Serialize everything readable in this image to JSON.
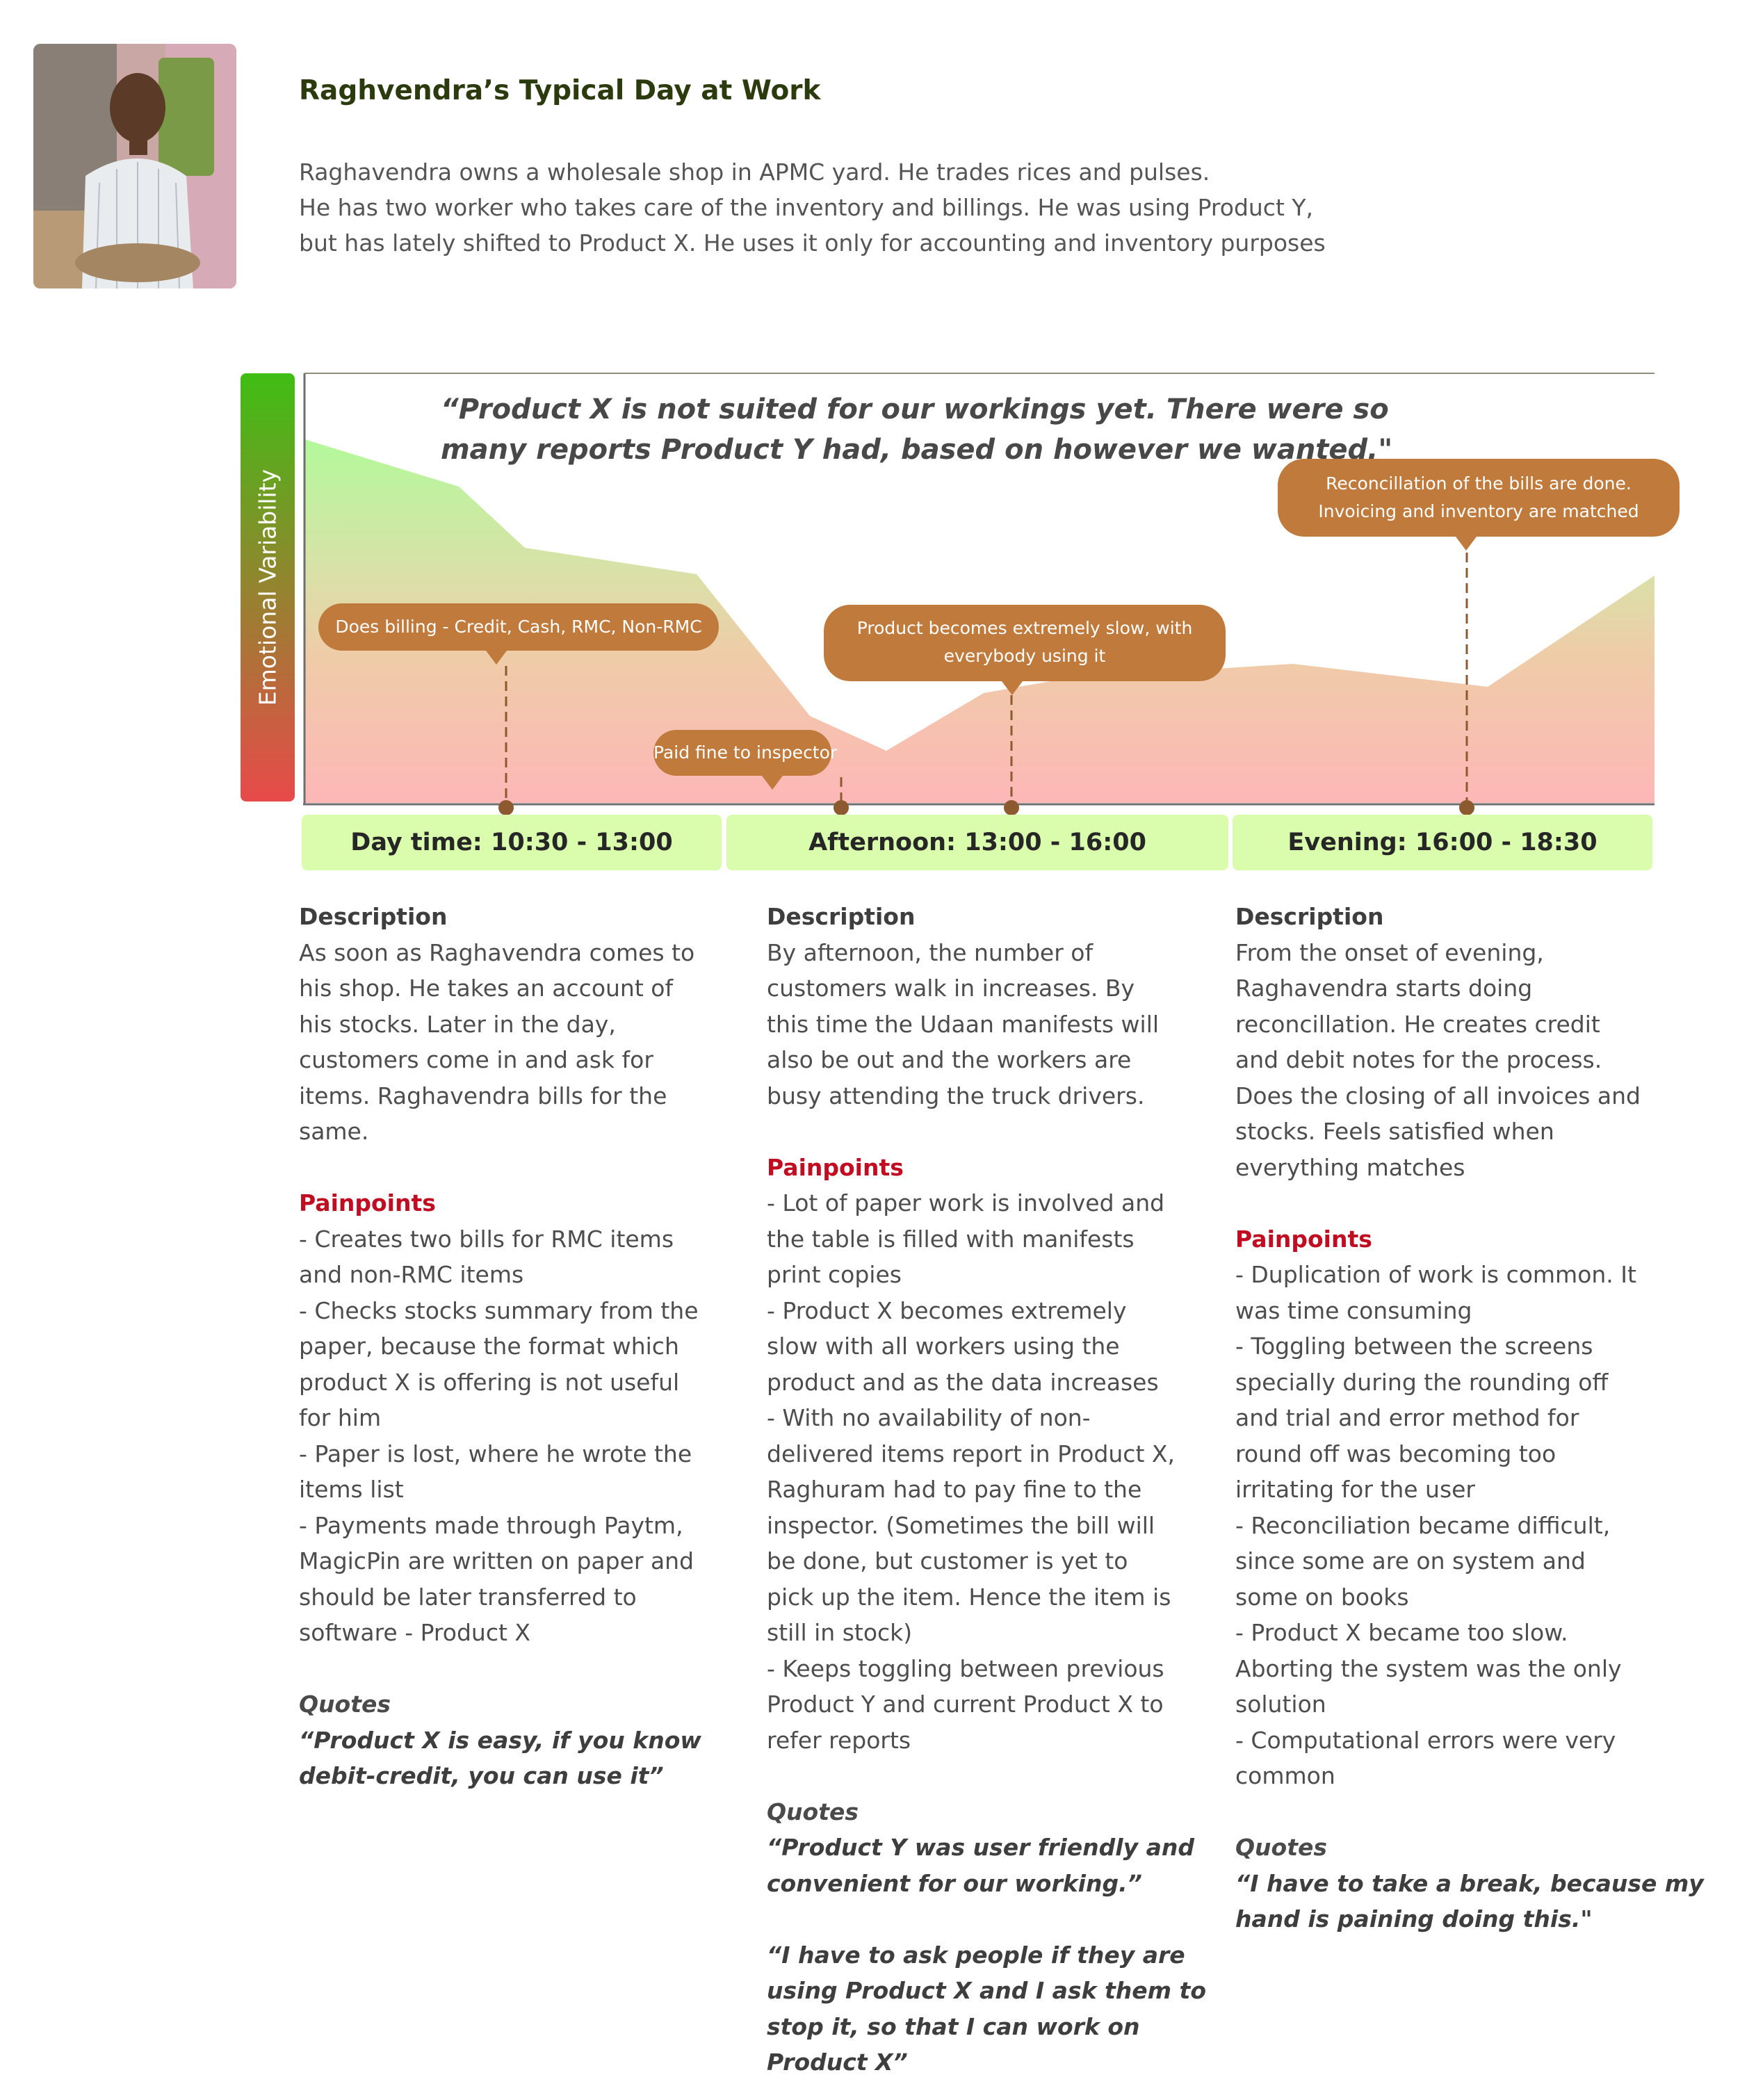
{
  "header": {
    "title": "Raghvendra’s Typical Day at Work",
    "intro": [
      "Raghavendra owns a wholesale shop in APMC yard. He trades rices and pulses.",
      "He has two worker who takes care of the inventory and billings. He was using Product Y,",
      "but has lately shifted to Product X. He uses it only for accounting and inventory purposes"
    ]
  },
  "chart": {
    "axis_label": "Emotional Variability",
    "quote_lines": [
      "“Product X is not suited for our workings yet. There were so",
      "many reports Product Y had, based on however we wanted.\""
    ],
    "callouts": [
      {
        "lines": [
          "Does billing - Credit, Cash, RMC, Non-RMC"
        ]
      },
      {
        "lines": [
          "Paid fine to inspector"
        ]
      },
      {
        "lines": [
          "Product becomes extremely slow, with",
          "everybody using it"
        ]
      },
      {
        "lines": [
          "Reconcillation of the bills are done.",
          "Invoicing and inventory are matched"
        ]
      }
    ],
    "colors": {
      "high": "#3fbe14",
      "low": "#e84a4a",
      "callout": "#bf7a3c",
      "period": "#d9fcad"
    }
  },
  "periods": [
    {
      "label": "Day time: 10:30 - 13:00"
    },
    {
      "label": "Afternoon: 13:00 - 16:00"
    },
    {
      "label": "Evening: 16:00 - 18:30"
    }
  ],
  "columns": [
    {
      "description_heading": "Description",
      "description": [
        "As soon as Raghavendra comes to",
        "his shop. He takes an account of",
        "his stocks. Later in the day,",
        "customers come in and ask for",
        "items. Raghavendra bills for the",
        "same."
      ],
      "painpoints_heading": "Painpoints",
      "painpoints": [
        "- Creates two bills for RMC items",
        "and non-RMC items",
        "- Checks stocks summary from the",
        "paper, because the format which",
        "product X is offering is not useful",
        "for him",
        "- Paper is lost, where he wrote the",
        "items list",
        "- Payments made through Paytm,",
        "MagicPin are written on paper and",
        "should be later transferred to",
        "software - Product X"
      ],
      "quotes_heading": "Quotes",
      "quotes": [
        [
          "“Product X is easy, if you know",
          "debit-credit, you can use it”"
        ]
      ]
    },
    {
      "description_heading": "Description",
      "description": [
        "By afternoon, the number of",
        "customers walk in increases. By",
        "this time the Udaan manifests will",
        "also be out and the workers are",
        "busy attending the truck drivers."
      ],
      "painpoints_heading": "Painpoints",
      "painpoints": [
        "- Lot of paper work is involved and",
        "the table is filled with manifests",
        "print copies",
        "- Product X becomes extremely",
        "slow with all workers using the",
        "product and as the data increases",
        "- With no availability of non-",
        "delivered items report in Product X,",
        "Raghuram had to pay fine to the",
        "inspector. (Sometimes the bill will",
        "be done, but customer is yet to",
        "pick up the item. Hence the item is",
        "still in stock)",
        "- Keeps toggling between previous",
        "Product Y and current Product X to",
        "refer reports"
      ],
      "quotes_heading": "Quotes",
      "quotes": [
        [
          "“Product Y was user friendly and",
          "convenient for our working.”"
        ],
        [
          "“I have to ask people if they are",
          "using Product X and I ask them to",
          "stop it, so that I can work on",
          "Product X”"
        ]
      ]
    },
    {
      "description_heading": "Description",
      "description": [
        "From the onset of evening,",
        "Raghavendra starts doing",
        "reconcillation. He creates credit",
        "and debit notes for the process.",
        "Does the closing of all invoices and",
        "stocks. Feels satisfied when",
        "everything matches"
      ],
      "painpoints_heading": "Painpoints",
      "painpoints": [
        "- Duplication of work is common. It",
        "was time consuming",
        "- Toggling between the screens",
        "specially during the rounding off",
        "and trial and error method for",
        "round off was becoming too",
        "irritating for the user",
        "- Reconciliation became difficult,",
        "since some are on system and",
        "some on books",
        "- Product X became too slow.",
        "Aborting the system was the only",
        "solution",
        "- Computational errors were very",
        "common"
      ],
      "quotes_heading": "Quotes",
      "quotes": [
        [
          "“I have to take a break, because my",
          "hand is paining doing this.\""
        ]
      ]
    }
  ]
}
